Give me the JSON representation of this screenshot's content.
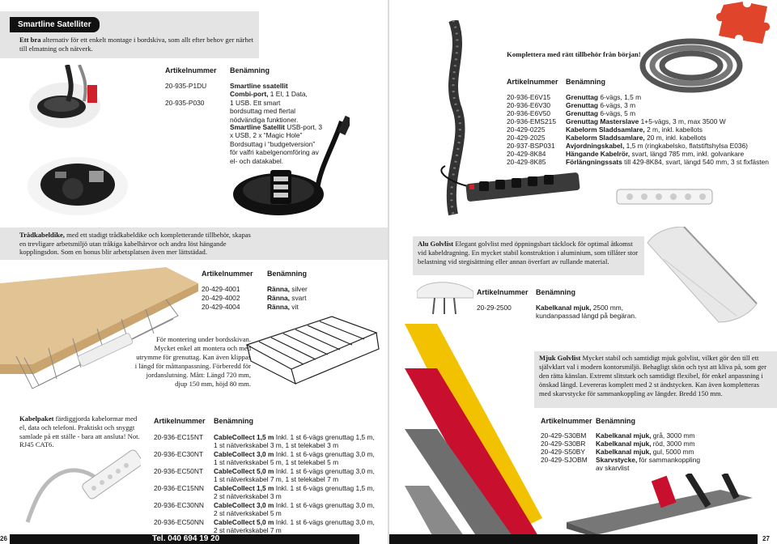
{
  "left": {
    "pill_title": "Smartline Satelliter",
    "intro_bold": "Ett bra",
    "intro_rest": " alternativ för ett enkelt montage i bordskiva, som allt efter behov ger närhet till elmatning och nätverk.",
    "smart_table": {
      "col_code": "Artikelnummer",
      "col_name": "Benämning",
      "codes": [
        "20-935-P1DU",
        "20-935-P030"
      ],
      "desc1_bold": "Smartline ssatellit Combi-port,",
      "desc1_rest": " 1 El, 1 Data, 1 USB. Ett smart bordsuttag med flertal nödvändiga funktioner.",
      "desc2_bold": "Smartline Satellit",
      "desc2_rest": " USB-port, 3 x USB, 2 x “Magic Hole” Bordsuttag i “budgetversion” för valfri kabelgenomföring av el- och datakabel."
    },
    "tray": {
      "intro_bold": "Trådkabeldike,",
      "intro_rest": " med ett stadigt trådkabeldike och kompletterande tillbehör, skapas en trevligare arbetsmiljö utan tråkiga kabelhärvor och andra löst hängande kopplingsdon. Som en bonus blir arbetsplatsen även mer lättstädad.",
      "col_code": "Artikelnummer",
      "col_name": "Benämning",
      "rows": [
        {
          "code": "20-429-4001",
          "name": "Ränna,",
          "rest": " silver"
        },
        {
          "code": "20-429-4002",
          "name": "Ränna,",
          "rest": " svart"
        },
        {
          "code": "20-429-4004",
          "name": "Ränna,",
          "rest": " vit"
        }
      ],
      "note_lines": [
        "För montering under bordsskivan.",
        "Mycket enkel att montera och med",
        "utrymme för grenuttag. Kan även klippas",
        "i längd för måttanpassning. Förberedd för",
        "jordanslutning. Mått: Längd 720 mm,",
        "djup 150 mm, höjd 80 mm."
      ]
    },
    "kabelpaket": {
      "intro_bold": "Kabelpaket",
      "intro_rest": " färdiggjorda kabelormar med el, data och telefoni. Praktiskt och snyggt samlade på ett ställe - bara att ansluta! Not. RJ45 CAT6.",
      "col_code": "Artikelnummer",
      "col_name": "Benämning",
      "rows": [
        {
          "code": "20-936-EC15NT",
          "name": "CableCollect 1,5 m",
          "rest": " Inkl. 1 st 6-vägs grenuttag 1,5 m,",
          "line2": "1 st nätverkskabel 3 m, 1 st telekabel 3 m"
        },
        {
          "code": "20-936-EC30NT",
          "name": "CableCollect 3,0 m",
          "rest": " Inkl. 1 st 6-vägs grenuttag 3,0 m,",
          "line2": "1 st nätverkskabel 5 m, 1 st telekabel 5 m"
        },
        {
          "code": "20-936-EC50NT",
          "name": "CableCollect 5,0 m",
          "rest": " Inkl. 1 st 6-vägs grenuttag 3,0 m,",
          "line2": "1 st nätverkskabel 7 m, 1 st telekabel 7 m"
        },
        {
          "code": "20-936-EC15NN",
          "name": "CableCollect 1,5 m",
          "rest": " Inkl. 1 st 6-vägs grenuttag 1,5 m,",
          "line2": "2 st nätverkskabel 3 m"
        },
        {
          "code": "20-936-EC30NN",
          "name": "CableCollect 3,0 m",
          "rest": " Inkl. 1 st 6-vägs grenuttag 3,0 m,",
          "line2": "2 st nätverkskabel 5 m"
        },
        {
          "code": "20-936-EC50NN",
          "name": "CableCollect 5,0 m",
          "rest": " Inkl. 1 st 6-vägs grenuttag 3,0 m,",
          "line2": "2 st nätverkskabel 7 m"
        }
      ]
    },
    "page_number": "26",
    "footer_phone": "Tel. 040 694 19 20"
  },
  "right": {
    "komplettera": "Komplettera med rätt tillbehör från början!",
    "acc_table": {
      "col_code": "Artikelnummer",
      "col_name": "Benämning",
      "rows": [
        {
          "code": "20-936-E6V15",
          "name": "Grenuttag",
          "rest": " 6-vägs, 1,5 m"
        },
        {
          "code": "20-936-E6V30",
          "name": "Grenuttag",
          "rest": " 6-vägs, 3 m"
        },
        {
          "code": "20-936-E6V50",
          "name": "Grenuttag",
          "rest": " 6-vägs, 5 m"
        },
        {
          "code": "20-936-EMS215",
          "name": "Grenuttag Masterslave",
          "rest": " 1+5-vägs, 3 m, max 3500 W"
        },
        {
          "code": "20-429-0225",
          "name": "Kabelorm Sladdsamlare,",
          "rest": " 2 m, inkl. kabellots"
        },
        {
          "code": "20-429-2025",
          "name": "Kabelorm Sladdsamlare,",
          "rest": " 20 m, inkl. kabellots"
        },
        {
          "code": "20-937-BSP031",
          "name": "Avjordningskabel,",
          "rest": " 1,5 m (ringkabelsko, flatstiftshylsa E036)"
        },
        {
          "code": "20-429-8K84",
          "name": "Hängande Kabelrör,",
          "rest": " svart, längd 785 mm, inkl. golvankare"
        },
        {
          "code": "20-429-8K85",
          "name": "Förlängningssats",
          "rest": " till 429-8K84, svart, längd 540 mm, 3 st fixfästen"
        }
      ]
    },
    "alu": {
      "intro_bold": "Alu Golvlist",
      "intro_rest": " Elegant golvlist med öppningsbart täcklock för optimal åtkomst vid kabeldragning. En mycket stabil konstruktion i aluminium, som tillåter stor belastning vid stegisättning eller annan överfart av rullande material.",
      "col_code": "Artikelnummer",
      "col_name": "Benämning",
      "code": "20-29-2500",
      "name": "Kabelkanal mjuk,",
      "rest": " 2500 mm, kundanpassad längd på begäran."
    },
    "mjuk": {
      "intro_bold": "Mjuk Golvlist",
      "intro_rest": " Mycket stabil och samtidigt mjuk golvlist, vilket gör den till ett självklart val i modern kontorsmiljö. Behagligt skön och tyst att kliva på, som ger den rätta känslan. Extremt slitstark och samtidigt flexibel, för enkel anpassning i önskad längd. Levereras komplett med 2 st ändstycken. Kan även kompletteras med skarvstycke för sammankoppling av längder. Bredd 150 mm.",
      "col_code": "Artikelnummer",
      "col_name": "Benämning",
      "rows": [
        {
          "code": "20-429-S30BM",
          "name": "Kabelkanal mjuk,",
          "rest": " grå, 3000 mm"
        },
        {
          "code": "20-429-S30BR",
          "name": "Kabelkanal mjuk,",
          "rest": " röd, 3000 mm"
        },
        {
          "code": "20-429-S50BY",
          "name": "Kabelkanal mjuk,",
          "rest": " gul, 5000 mm"
        },
        {
          "code": "20-429-SJOBM",
          "name": "Skarvstycke,",
          "rest": " för sammankoppling"
        },
        {
          "code": "",
          "name": "",
          "rest": "av skarvlist"
        }
      ]
    },
    "page_number": "27"
  },
  "colors": {
    "panel": "#e4e4e4",
    "footer": "#111111",
    "puzzle": "#e0442b",
    "strip_yellow": "#f2c200",
    "strip_red": "#c8102e",
    "strip_gray": "#6e6e6e"
  }
}
